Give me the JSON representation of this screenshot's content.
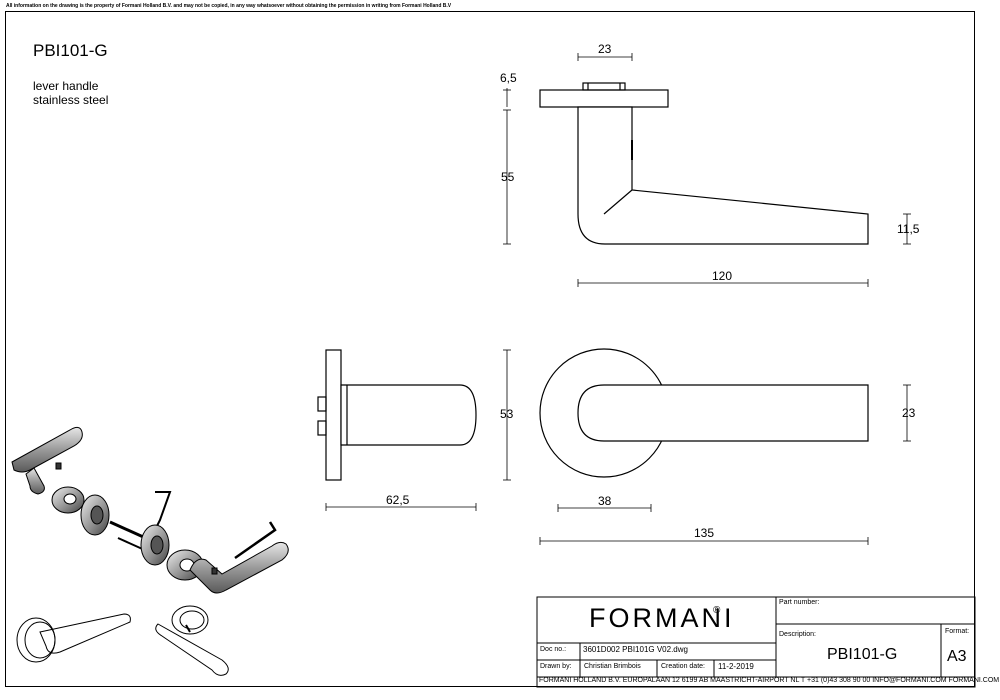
{
  "notice": "All information on the drawing is the property of Formani Holland B.V. and may not be copied, in any way whatsoever without obtaining the permission in writing from Formani Holland B.V",
  "title": "PBI101-G",
  "description": [
    "lever handle",
    "stainless steel"
  ],
  "dimensions": {
    "top_width": "23",
    "rose_thickness": "6,5",
    "height": "55",
    "lever_end": "11,5",
    "length": "120",
    "side_rose": "53",
    "side_depth": "62,5",
    "front_lever": "23",
    "front_offset": "38",
    "front_length": "135"
  },
  "title_block": {
    "logo": "FORMANI",
    "logo_mark": "®",
    "part_number_label": "Part number:",
    "description_label": "Description:",
    "format_label": "Format:",
    "doc_no_label": "Doc no.:",
    "doc_no": "3601D002 PBI101G V02.dwg",
    "drawn_by_label": "Drawn by:",
    "drawn_by": "Christian Brimbois",
    "creation_date_label": "Creation date:",
    "creation_date": "11-2-2019",
    "part_number": "PBI101-G",
    "format": "A3",
    "footer": "FORMANI HOLLAND B.V.  EUROPALAAN 12  6199 AB MAASTRICHT-AIRPORT NL  T +31 (0)43 308 90 00 INFO@FORMANI.COM FORMANI.COM"
  }
}
